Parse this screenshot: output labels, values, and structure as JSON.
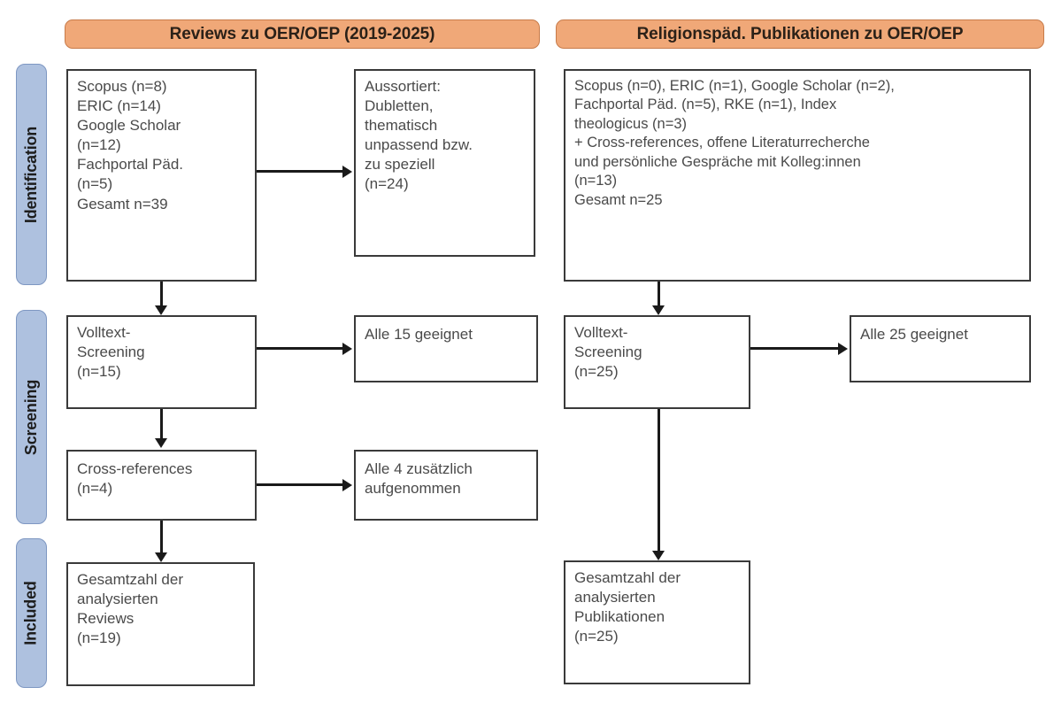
{
  "columns": {
    "left": {
      "header": "Reviews zu OER/OEP (2019-2025)"
    },
    "right": {
      "header": "Religionspäd. Publikationen zu OER/OEP"
    }
  },
  "stages": [
    {
      "label": "Identification"
    },
    {
      "label": "Screening"
    },
    {
      "label": "Included"
    }
  ],
  "left_column": {
    "identification_sources": "Scopus (n=8)\nERIC (n=14)\nGoogle Scholar\n(n=12)\nFachportal Päd.\n(n=5)\nGesamt n=39",
    "excluded": "Aussortiert:\nDubletten,\nthematisch\nunpassend bzw.\nzu speziell\n(n=24)",
    "fulltext_screening": "Volltext-\nScreening\n(n=15)",
    "fulltext_result": "Alle 15 geeignet",
    "cross_references": "Cross-references\n(n=4)",
    "cross_references_result": "Alle 4 zusätzlich\naufgenommen",
    "included_total": "Gesamtzahl der\nanalysierten\nReviews\n(n=19)"
  },
  "right_column": {
    "identification_sources": "Scopus (n=0), ERIC (n=1), Google Scholar (n=2),\nFachportal Päd. (n=5), RKE (n=1), Index\ntheologicus (n=3)\n+ Cross-references, offene Literaturrecherche\nund persönliche Gespräche mit Kolleg:innen\n(n=13)\nGesamt n=25",
    "fulltext_screening": "Volltext-\nScreening\n(n=25)",
    "fulltext_result": "Alle 25 geeignet",
    "included_total": "Gesamtzahl der\nanalysierten\nPublikationen\n(n=25)"
  },
  "colors": {
    "header_fill": "#F0A878",
    "header_border": "#C77B4A",
    "stage_fill": "#AEC1DF",
    "stage_border": "#7E97C2",
    "box_border": "#3a3a3a",
    "connector": "#1a1a1a"
  }
}
